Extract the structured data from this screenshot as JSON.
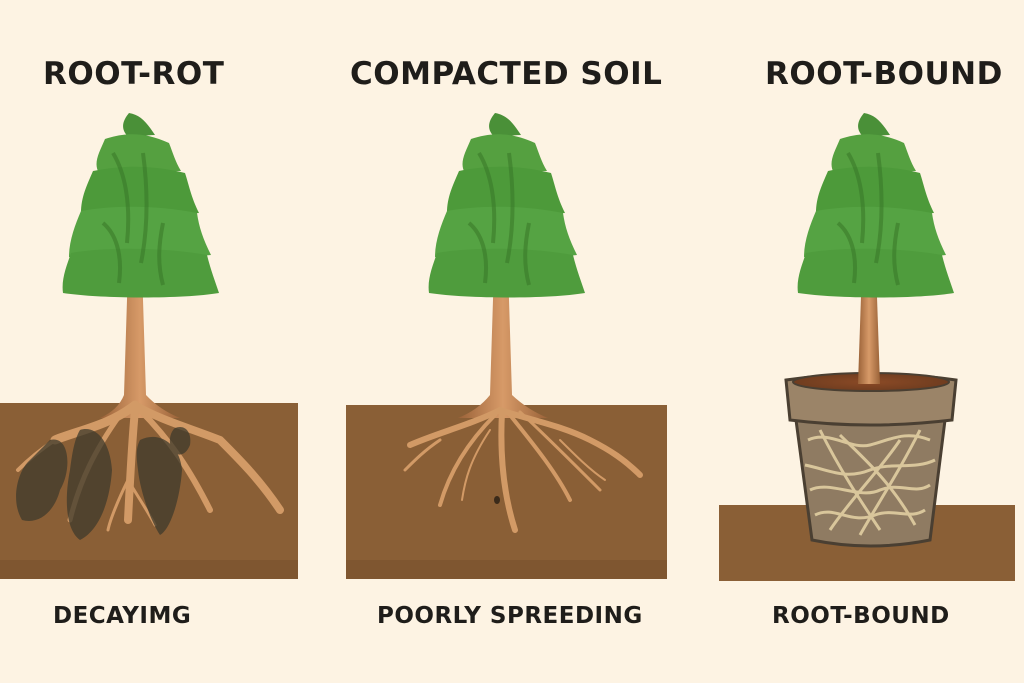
{
  "panels": [
    {
      "id": "root-rot",
      "title": "ROOT-ROT",
      "caption": "DECAYIMG",
      "condition": "tree with darkened, decaying roots in soil"
    },
    {
      "id": "compacted-soil",
      "title": "COMPACTED SOIL",
      "caption": "POORLY SPREEDING",
      "condition": "tree with thin roots spreading poorly in dense soil"
    },
    {
      "id": "root-bound",
      "title": "ROOT-BOUND",
      "caption": "ROOT-BOUND",
      "condition": "tree in pot with roots circling inside the container"
    }
  ],
  "colors": {
    "background": "#fdf3e3",
    "soil": "#8a5f36",
    "soil_dark": "#6e4a29",
    "foliage": "#4f9a3c",
    "foliage_dark": "#3b7d2c",
    "trunk": "#b47a4c",
    "root": "#d9a06e",
    "rot": "#3e3a2c",
    "pot": "#9b8468",
    "text": "#1f1d1a"
  }
}
